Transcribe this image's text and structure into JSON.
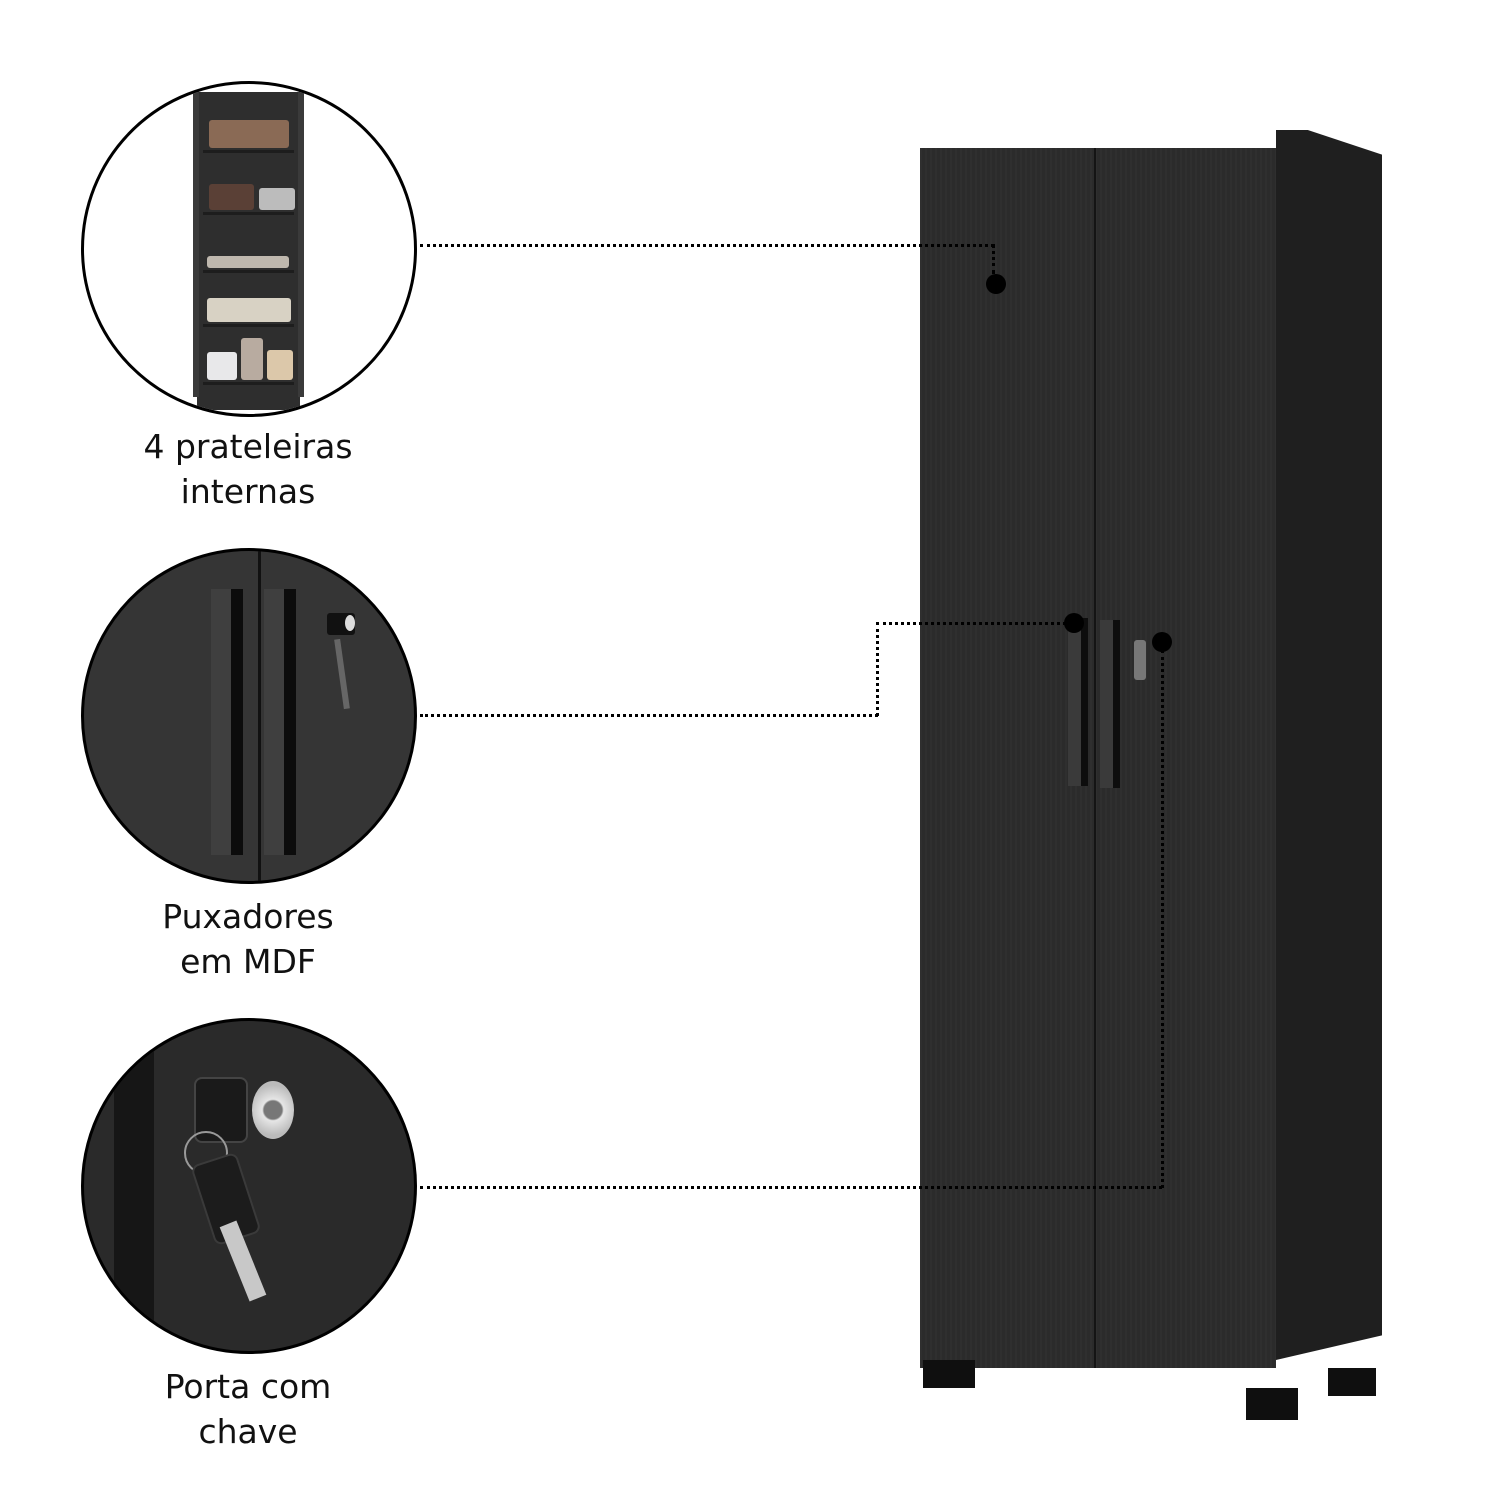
{
  "features": [
    {
      "id": "shelves",
      "label_line1": "4 prateleiras",
      "label_line2": "internas",
      "icon": "open-cabinet-image"
    },
    {
      "id": "handles",
      "label_line1": "Puxadores",
      "label_line2": "em MDF",
      "icon": "door-handles-image"
    },
    {
      "id": "lock",
      "label_line1": "Porta com",
      "label_line2": "chave",
      "icon": "key-lock-image"
    }
  ],
  "product": {
    "name": "black-two-door-cabinet",
    "color": "#2c2c2c"
  },
  "colors": {
    "background": "#ffffff",
    "text": "#111111",
    "leader": "#000000",
    "cabinet_front": "#2c2c2c",
    "cabinet_side": "#1f1f1f"
  }
}
